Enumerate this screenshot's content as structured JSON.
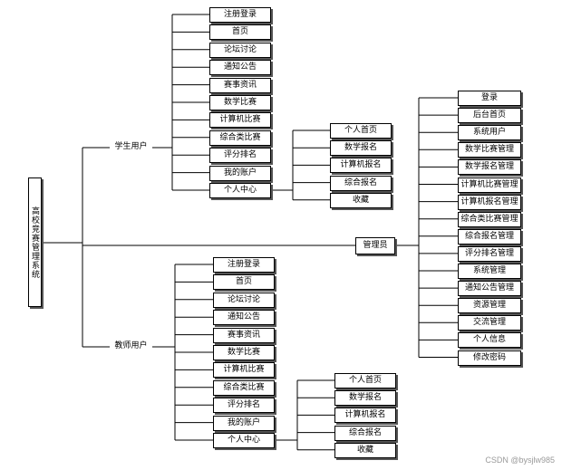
{
  "root": {
    "label": "高校竞赛管理系统"
  },
  "student": {
    "label": "学生用户",
    "items": [
      "注册登录",
      "首页",
      "论坛讨论",
      "通知公告",
      "赛事资讯",
      "数学比赛",
      "计算机比赛",
      "综合类比赛",
      "评分排名",
      "我的账户",
      "个人中心"
    ],
    "center_items": [
      "个人首页",
      "数学报名",
      "计算机报名",
      "综合报名",
      "收藏"
    ]
  },
  "teacher": {
    "label": "教师用户",
    "items": [
      "注册登录",
      "首页",
      "论坛讨论",
      "通知公告",
      "赛事资讯",
      "数学比赛",
      "计算机比赛",
      "综合类比赛",
      "评分排名",
      "我的账户",
      "个人中心"
    ],
    "center_items": [
      "个人首页",
      "数学报名",
      "计算机报名",
      "综合报名",
      "收藏"
    ]
  },
  "admin": {
    "label": "管理员",
    "items": [
      "登录",
      "后台首页",
      "系统用户",
      "数学比赛管理",
      "数学报名管理",
      "计算机比赛管理",
      "计算机报名管理",
      "综合类比赛管理",
      "综合报名管理",
      "评分排名管理",
      "系统管理",
      "通知公告管理",
      "资源管理",
      "交流管理",
      "个人信息",
      "修改密码"
    ]
  },
  "watermark": "CSDN @bysjlw985"
}
